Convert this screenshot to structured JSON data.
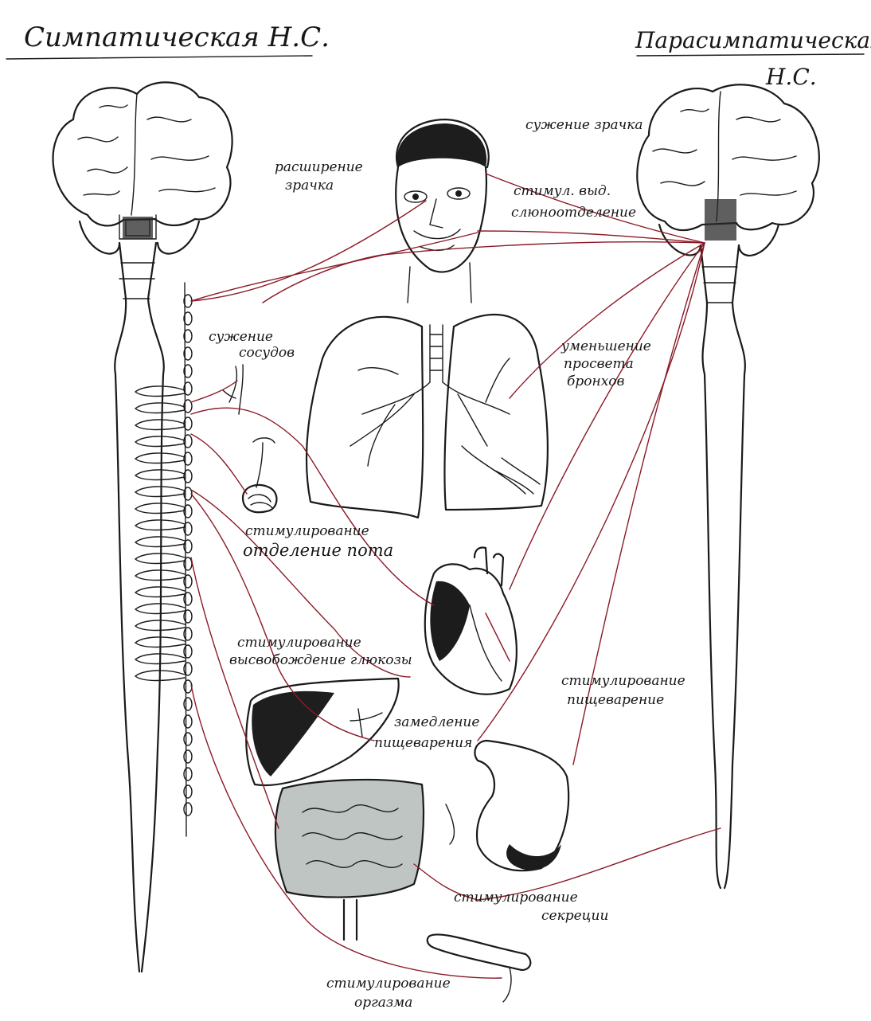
{
  "titles": {
    "sympathetic": "Симпатическая Н.С.",
    "parasympathetic_line1": "Парасимпатическая",
    "parasympathetic_line2": "Н.С."
  },
  "labels": {
    "pupil_dilation_1": "расширение",
    "pupil_dilation_2": "зрачка",
    "pupil_constriction": "сужение зрачка",
    "saliva_1": "стимул. выд.",
    "saliva_2": "слюноотделение",
    "vasoconstriction_1": "сужение",
    "vasoconstriction_2": "сосудов",
    "bronchi_1": "уменьшение",
    "bronchi_2": "просвета",
    "bronchi_3": "бронхов",
    "sweat_1": "стимулирование",
    "sweat_2": "отделение пота",
    "glucose_1": "стимулирование",
    "glucose_2": "высвобождение глюкозы",
    "digestion_para_1": "стимулирование",
    "digestion_para_2": "пищеварение",
    "digestion_slow_1": "замедление",
    "digestion_slow_2": "пищеварения",
    "secretion_1": "стимулирование",
    "secretion_2": "секреции",
    "orgasm_1": "стимулирование",
    "orgasm_2": "оргазма"
  },
  "colors": {
    "ink": "#1a1a1a",
    "nerve": "#8a1a26",
    "paper": "#ffffff",
    "intestine_shade": "#8a9590"
  }
}
